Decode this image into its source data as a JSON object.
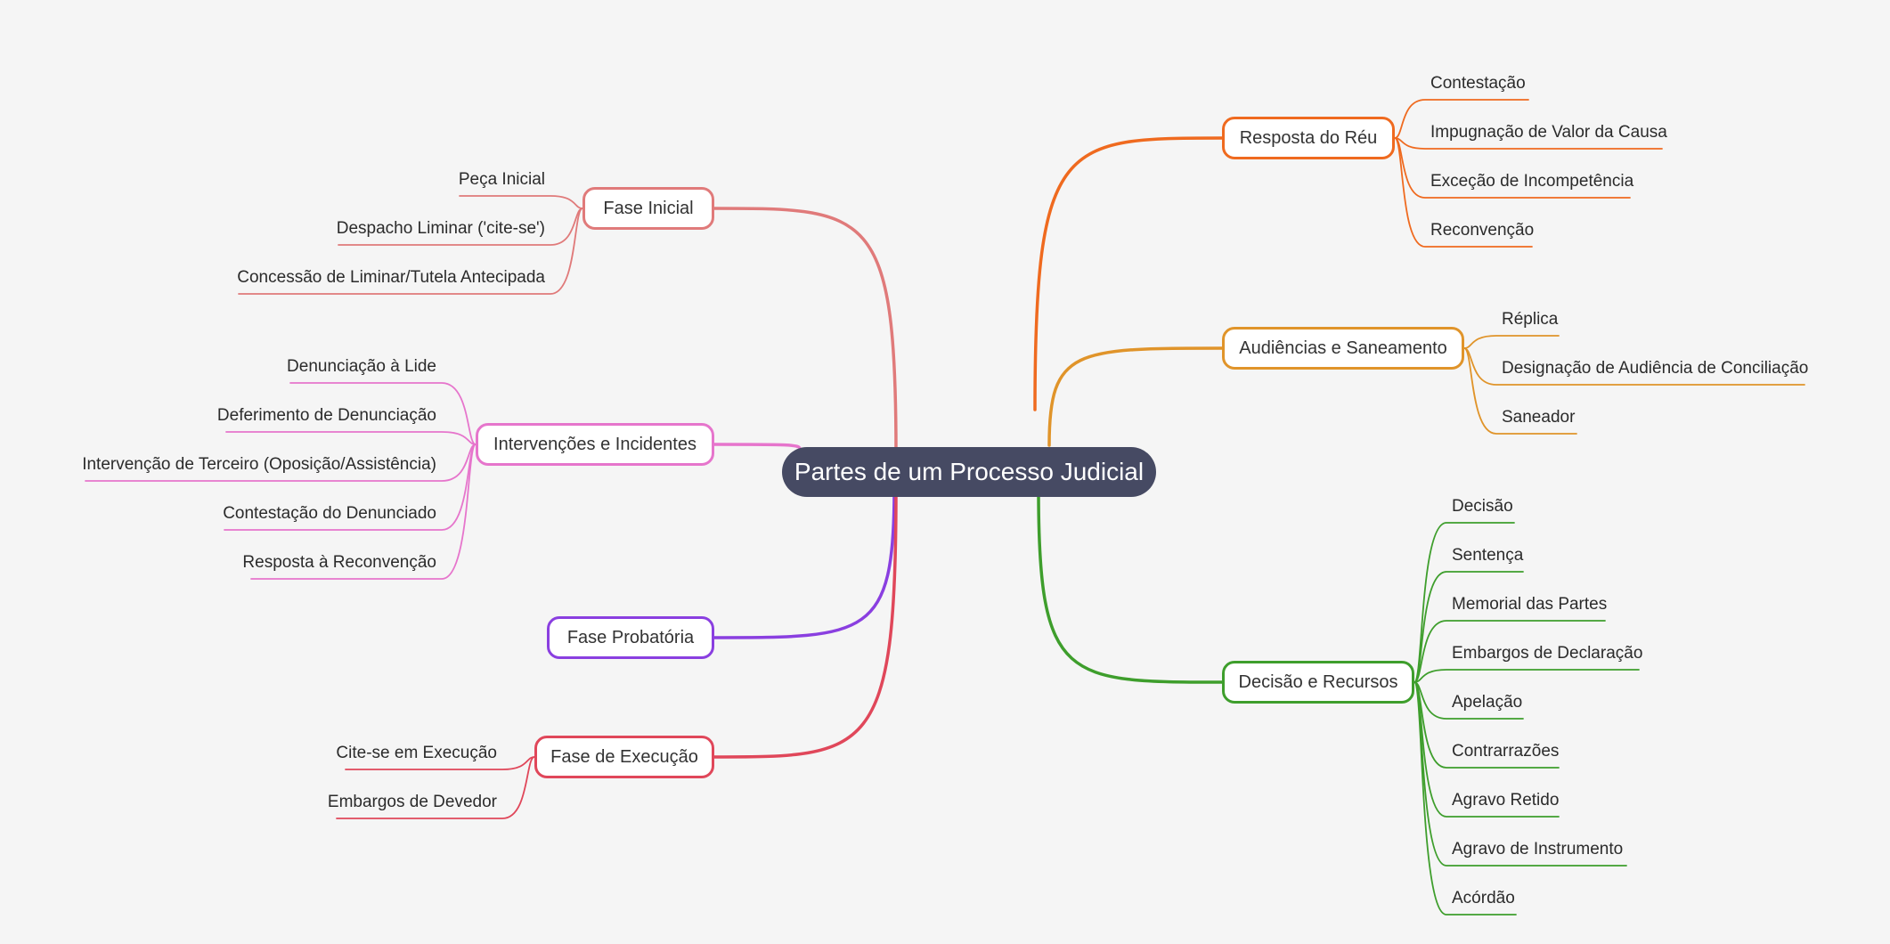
{
  "central": "Partes de um Processo Judicial",
  "branches": {
    "resposta": {
      "label": "Resposta do Réu",
      "color": "#ef6a1f",
      "items": [
        "Contestação",
        "Impugnação de Valor da Causa",
        "Exceção de Incompetência",
        "Reconvenção"
      ]
    },
    "audiencias": {
      "label": "Audiências e Saneamento",
      "color": "#e0942a",
      "items": [
        "Réplica",
        "Designação de Audiência de Conciliação",
        "Saneador"
      ]
    },
    "decisao": {
      "label": "Decisão e Recursos",
      "color": "#3e9e2c",
      "items": [
        "Decisão",
        "Sentença",
        "Memorial das Partes",
        "Embargos de Declaração",
        "Apelação",
        "Contrarrazões",
        "Agravo Retido",
        "Agravo de Instrumento",
        "Acórdão"
      ]
    },
    "inicial": {
      "label": "Fase Inicial",
      "color": "#e07a7a",
      "items": [
        "Peça Inicial",
        "Despacho Liminar ('cite-se')",
        "Concessão de Liminar/Tutela Antecipada"
      ]
    },
    "intervencoes": {
      "label": "Intervenções e Incidentes",
      "color": "#e675cc",
      "items": [
        "Denunciação à Lide",
        "Deferimento de Denunciação",
        "Intervenção de Terceiro (Oposição/Assistência)",
        "Contestação do Denunciado",
        "Resposta à Reconvenção"
      ]
    },
    "probatoria": {
      "label": "Fase Probatória",
      "color": "#8a3fe0",
      "items": []
    },
    "execucao": {
      "label": "Fase de Execução",
      "color": "#e0475a",
      "items": [
        "Cite-se em Execução",
        "Embargos de Devedor"
      ]
    }
  }
}
